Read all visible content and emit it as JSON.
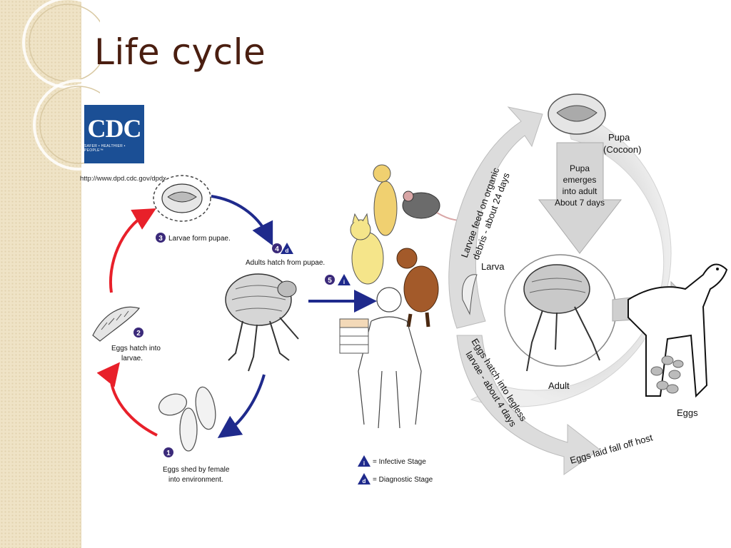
{
  "slide": {
    "title": "Life cycle"
  },
  "logo": {
    "letters": "CDC",
    "tagline": "SAFER • HEALTHIER • PEOPLE™",
    "url": "http://www.dpd.cdc.gov/dpdx"
  },
  "left_cycle": {
    "steps": [
      {
        "num": "1",
        "line1": "Eggs shed by female",
        "line2": "into environment."
      },
      {
        "num": "2",
        "line1": "Eggs hatch into",
        "line2": "larvae."
      },
      {
        "num": "3",
        "line1": "Larvae form pupae.",
        "line2": ""
      },
      {
        "num": "4",
        "line1": "Adults hatch from pupae.",
        "line2": ""
      },
      {
        "num": "5",
        "line1": "",
        "line2": ""
      }
    ],
    "legend": {
      "infective_symbol": "i",
      "infective_text": "= Infective Stage",
      "diagnostic_symbol": "d",
      "diagnostic_text": "= Diagnostic Stage"
    }
  },
  "right_cycle": {
    "pupa_title": "Pupa",
    "pupa_subtitle": "(Cocoon)",
    "pupa_arrow": [
      "Pupa",
      "emerges",
      "into adult",
      "About 7 days"
    ],
    "larva_arrow": [
      "Larvae feed on organic",
      "debris - about 24 days"
    ],
    "larva_label": "Larva",
    "adult_label": "Adult",
    "eggs_label": "Eggs",
    "eggs_arrow": [
      "Eggs hatch into legless",
      "larvae - about 4 days"
    ],
    "laid_arrow": "Eggs laid fall off host"
  },
  "colors": {
    "red_arrow": "#e8202a",
    "blue_arrow": "#1f2a8c",
    "badge_purple": "#3b2a7a",
    "title": "#4a1e10"
  }
}
